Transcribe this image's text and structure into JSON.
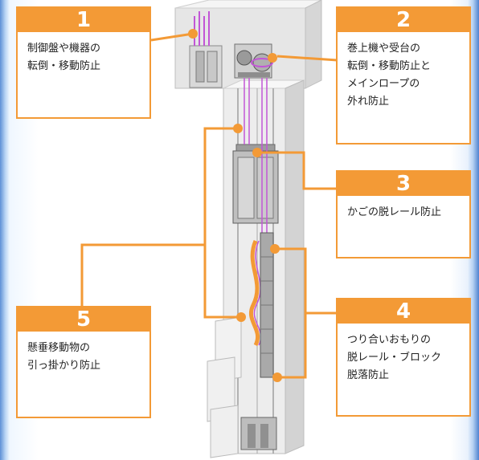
{
  "items": [
    {
      "number": "1",
      "lines": [
        "制御盤や機器の",
        "転倒・移動防止"
      ]
    },
    {
      "number": "2",
      "lines": [
        "巻上機や受台の",
        "転倒・移動防止と",
        "メインロープの",
        "外れ防止"
      ]
    },
    {
      "number": "3",
      "lines": [
        "かごの脱レール防止"
      ]
    },
    {
      "number": "4",
      "lines": [
        "つり合いおもりの",
        "脱レール・ブロック",
        "脱落防止"
      ]
    },
    {
      "number": "5",
      "lines": [
        "懸垂移動物の",
        "引っ掛かり防止"
      ]
    }
  ],
  "colors": {
    "accent": "#f39a36",
    "rope": "#c256d6",
    "shaft": "#eeeeee",
    "shaft_shadow": "#cfcfcf"
  }
}
